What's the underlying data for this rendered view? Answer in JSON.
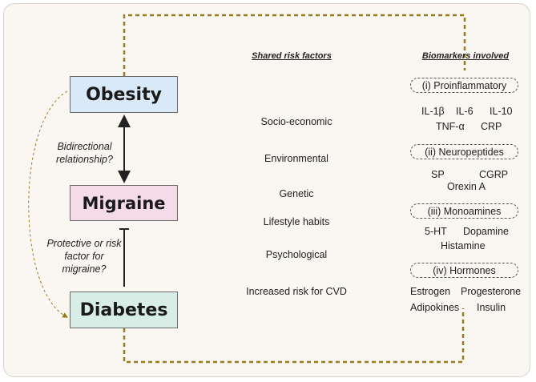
{
  "entities": {
    "obesity": "Obesity",
    "migraine": "Migraine",
    "diabetes": "Diabetes"
  },
  "notes": {
    "obesity_migraine": [
      "Bidirectional",
      "relationship?"
    ],
    "diabetes_migraine": [
      "Protective or risk",
      "factor for",
      "migraine?"
    ]
  },
  "headings": {
    "risk": "Shared risk factors",
    "biomarkers": "Biomarkers involved"
  },
  "risk_factors": [
    "Socio-economic",
    "Environmental",
    "Genetic",
    "Lifestyle habits",
    "Psychological",
    "Increased risk for CVD"
  ],
  "biomarker_groups": [
    {
      "label": "(i) Proinflammatory",
      "items": [
        "IL-1β",
        "IL-6",
        "IL-10",
        "TNF-α",
        "CRP"
      ]
    },
    {
      "label": "(ii) Neuropeptides",
      "items": [
        "SP",
        "CGRP",
        "Orexin A"
      ]
    },
    {
      "label": "(iii) Monoamines",
      "items": [
        "5-HT",
        "Dopamine",
        "Histamine"
      ]
    },
    {
      "label": "(iv) Hormones",
      "items": [
        "Estrogen",
        "Progesterone",
        "Adipokines",
        "Insulin"
      ]
    }
  ],
  "colors": {
    "obesity_fill": "#d9e9f7",
    "migraine_fill": "#f5dbe8",
    "diabetes_fill": "#d7ede6",
    "dotted_connector": "#9a7a1e"
  }
}
